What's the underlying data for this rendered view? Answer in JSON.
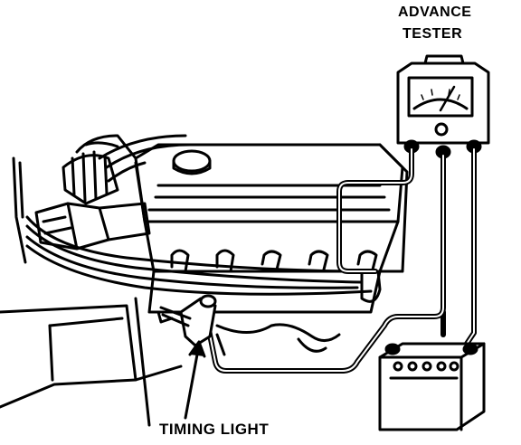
{
  "labels": {
    "advance_line1": "ADVANCE",
    "advance_line2": "TESTER",
    "timing_light": "TIMING LIGHT"
  },
  "colors": {
    "ink": "#000000",
    "paper": "#ffffff"
  }
}
